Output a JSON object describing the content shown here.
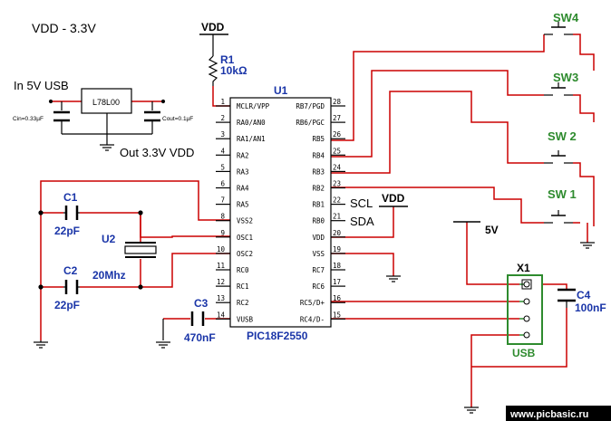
{
  "supply": {
    "title": "VDD - 3.3V",
    "input_label": "In 5V USB",
    "output_label": "Out 3.3V VDD",
    "regulator": "L78L00",
    "cin_label": "Cin=0.33µF",
    "cout_label": "Cout=0.1µF"
  },
  "r1": {
    "vdd": "VDD",
    "ref": "R1",
    "value": "10kΩ"
  },
  "mcu": {
    "ref": "U1",
    "part": "PIC18F2550",
    "left_pins": [
      {
        "num": "1",
        "name": "MCLR/VPP"
      },
      {
        "num": "2",
        "name": "RA0/AN0"
      },
      {
        "num": "3",
        "name": "RA1/AN1"
      },
      {
        "num": "4",
        "name": "RA2"
      },
      {
        "num": "5",
        "name": "RA3"
      },
      {
        "num": "6",
        "name": "RA4"
      },
      {
        "num": "7",
        "name": "RA5"
      },
      {
        "num": "8",
        "name": "VSS2"
      },
      {
        "num": "9",
        "name": "OSC1"
      },
      {
        "num": "10",
        "name": "OSC2"
      },
      {
        "num": "11",
        "name": "RC0"
      },
      {
        "num": "12",
        "name": "RC1"
      },
      {
        "num": "13",
        "name": "RC2"
      },
      {
        "num": "14",
        "name": "VUSB"
      }
    ],
    "right_pins": [
      {
        "num": "28",
        "name": "RB7/PGD"
      },
      {
        "num": "27",
        "name": "RB6/PGC"
      },
      {
        "num": "26",
        "name": "RB5"
      },
      {
        "num": "25",
        "name": "RB4"
      },
      {
        "num": "24",
        "name": "RB3"
      },
      {
        "num": "23",
        "name": "RB2"
      },
      {
        "num": "22",
        "name": "RB1"
      },
      {
        "num": "21",
        "name": "RB0"
      },
      {
        "num": "20",
        "name": "VDD"
      },
      {
        "num": "19",
        "name": "VSS"
      },
      {
        "num": "18",
        "name": "RC7"
      },
      {
        "num": "17",
        "name": "RC6"
      },
      {
        "num": "16",
        "name": "RC5/D+"
      },
      {
        "num": "15",
        "name": "RC4/D-"
      }
    ]
  },
  "signals": {
    "scl": "SCL",
    "sda": "SDA",
    "vdd": "VDD",
    "five_v": "5V"
  },
  "crystal": {
    "c1_ref": "C1",
    "c1_value": "22pF",
    "c2_ref": "C2",
    "c2_value": "22pF",
    "u2_ref": "U2",
    "u2_value": "20Mhz"
  },
  "c3": {
    "ref": "C3",
    "value": "470nF"
  },
  "c4": {
    "ref": "C4",
    "value": "100nF"
  },
  "usb": {
    "ref": "X1",
    "label": "USB"
  },
  "switches": [
    "SW4",
    "SW3",
    "SW 2",
    "SW 1"
  ],
  "watermark": "www.picbasic.ru",
  "colors": {
    "wire": "#cc0000",
    "component": "#000000",
    "label": "#1a35a8",
    "usb": "#2e8b2e",
    "watermark_bg": "#000000"
  }
}
